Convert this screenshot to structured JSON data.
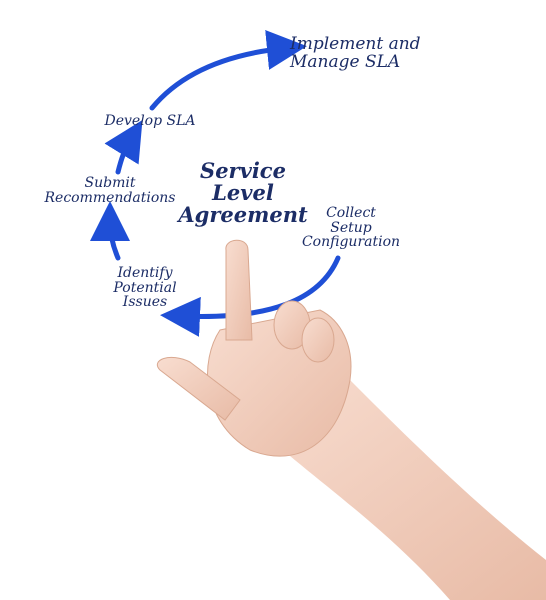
{
  "diagram": {
    "title": "Service\nLevel\nAgreement",
    "steps": [
      {
        "id": "implement",
        "label": "Implement and\nManage SLA"
      },
      {
        "id": "develop",
        "label": "Develop SLA"
      },
      {
        "id": "submit",
        "label": "Submit\nRecommendations"
      },
      {
        "id": "identify",
        "label": "Identify\nPotential\nIssues"
      },
      {
        "id": "collect",
        "label": "Collect\nSetup\nConfiguration"
      }
    ],
    "colors": {
      "ink": "#1c2d66",
      "arrow": "#1f4fd6",
      "skin": "#f2d2c0",
      "background": "#ffffff"
    }
  }
}
